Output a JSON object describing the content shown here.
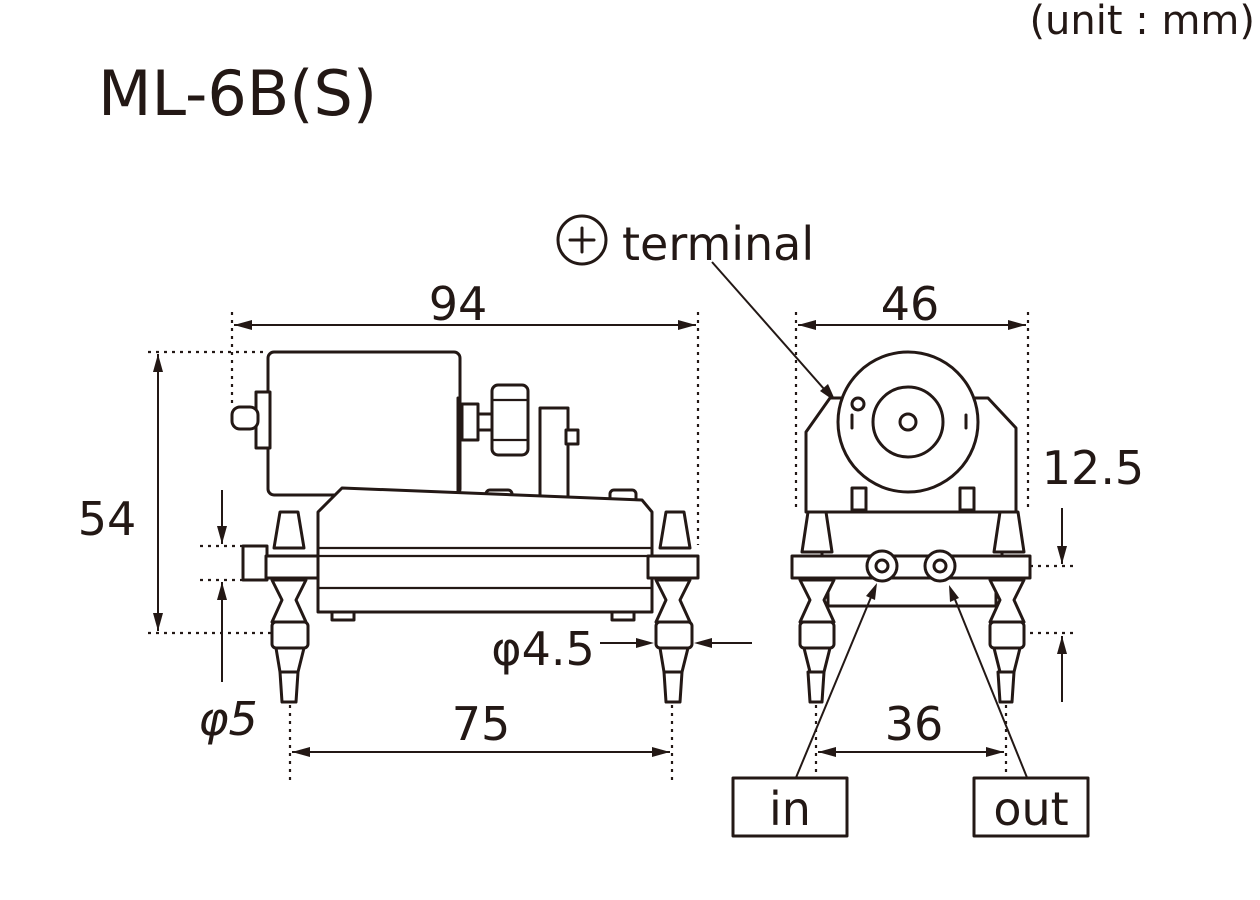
{
  "header": {
    "unit_note": "(unit : mm)",
    "model": "ML-6B(S)"
  },
  "side_view": {
    "width_total": "94",
    "height_total": "54",
    "leg_pitch": "75",
    "port_dia_left": "φ5",
    "port_dia_right": "φ4.5"
  },
  "front_view": {
    "terminal_label": "terminal",
    "terminal_symbol": "+",
    "width_total": "46",
    "height_offset": "12.5",
    "port_pitch": "36",
    "inlet_label": "in",
    "outlet_label": "out"
  }
}
